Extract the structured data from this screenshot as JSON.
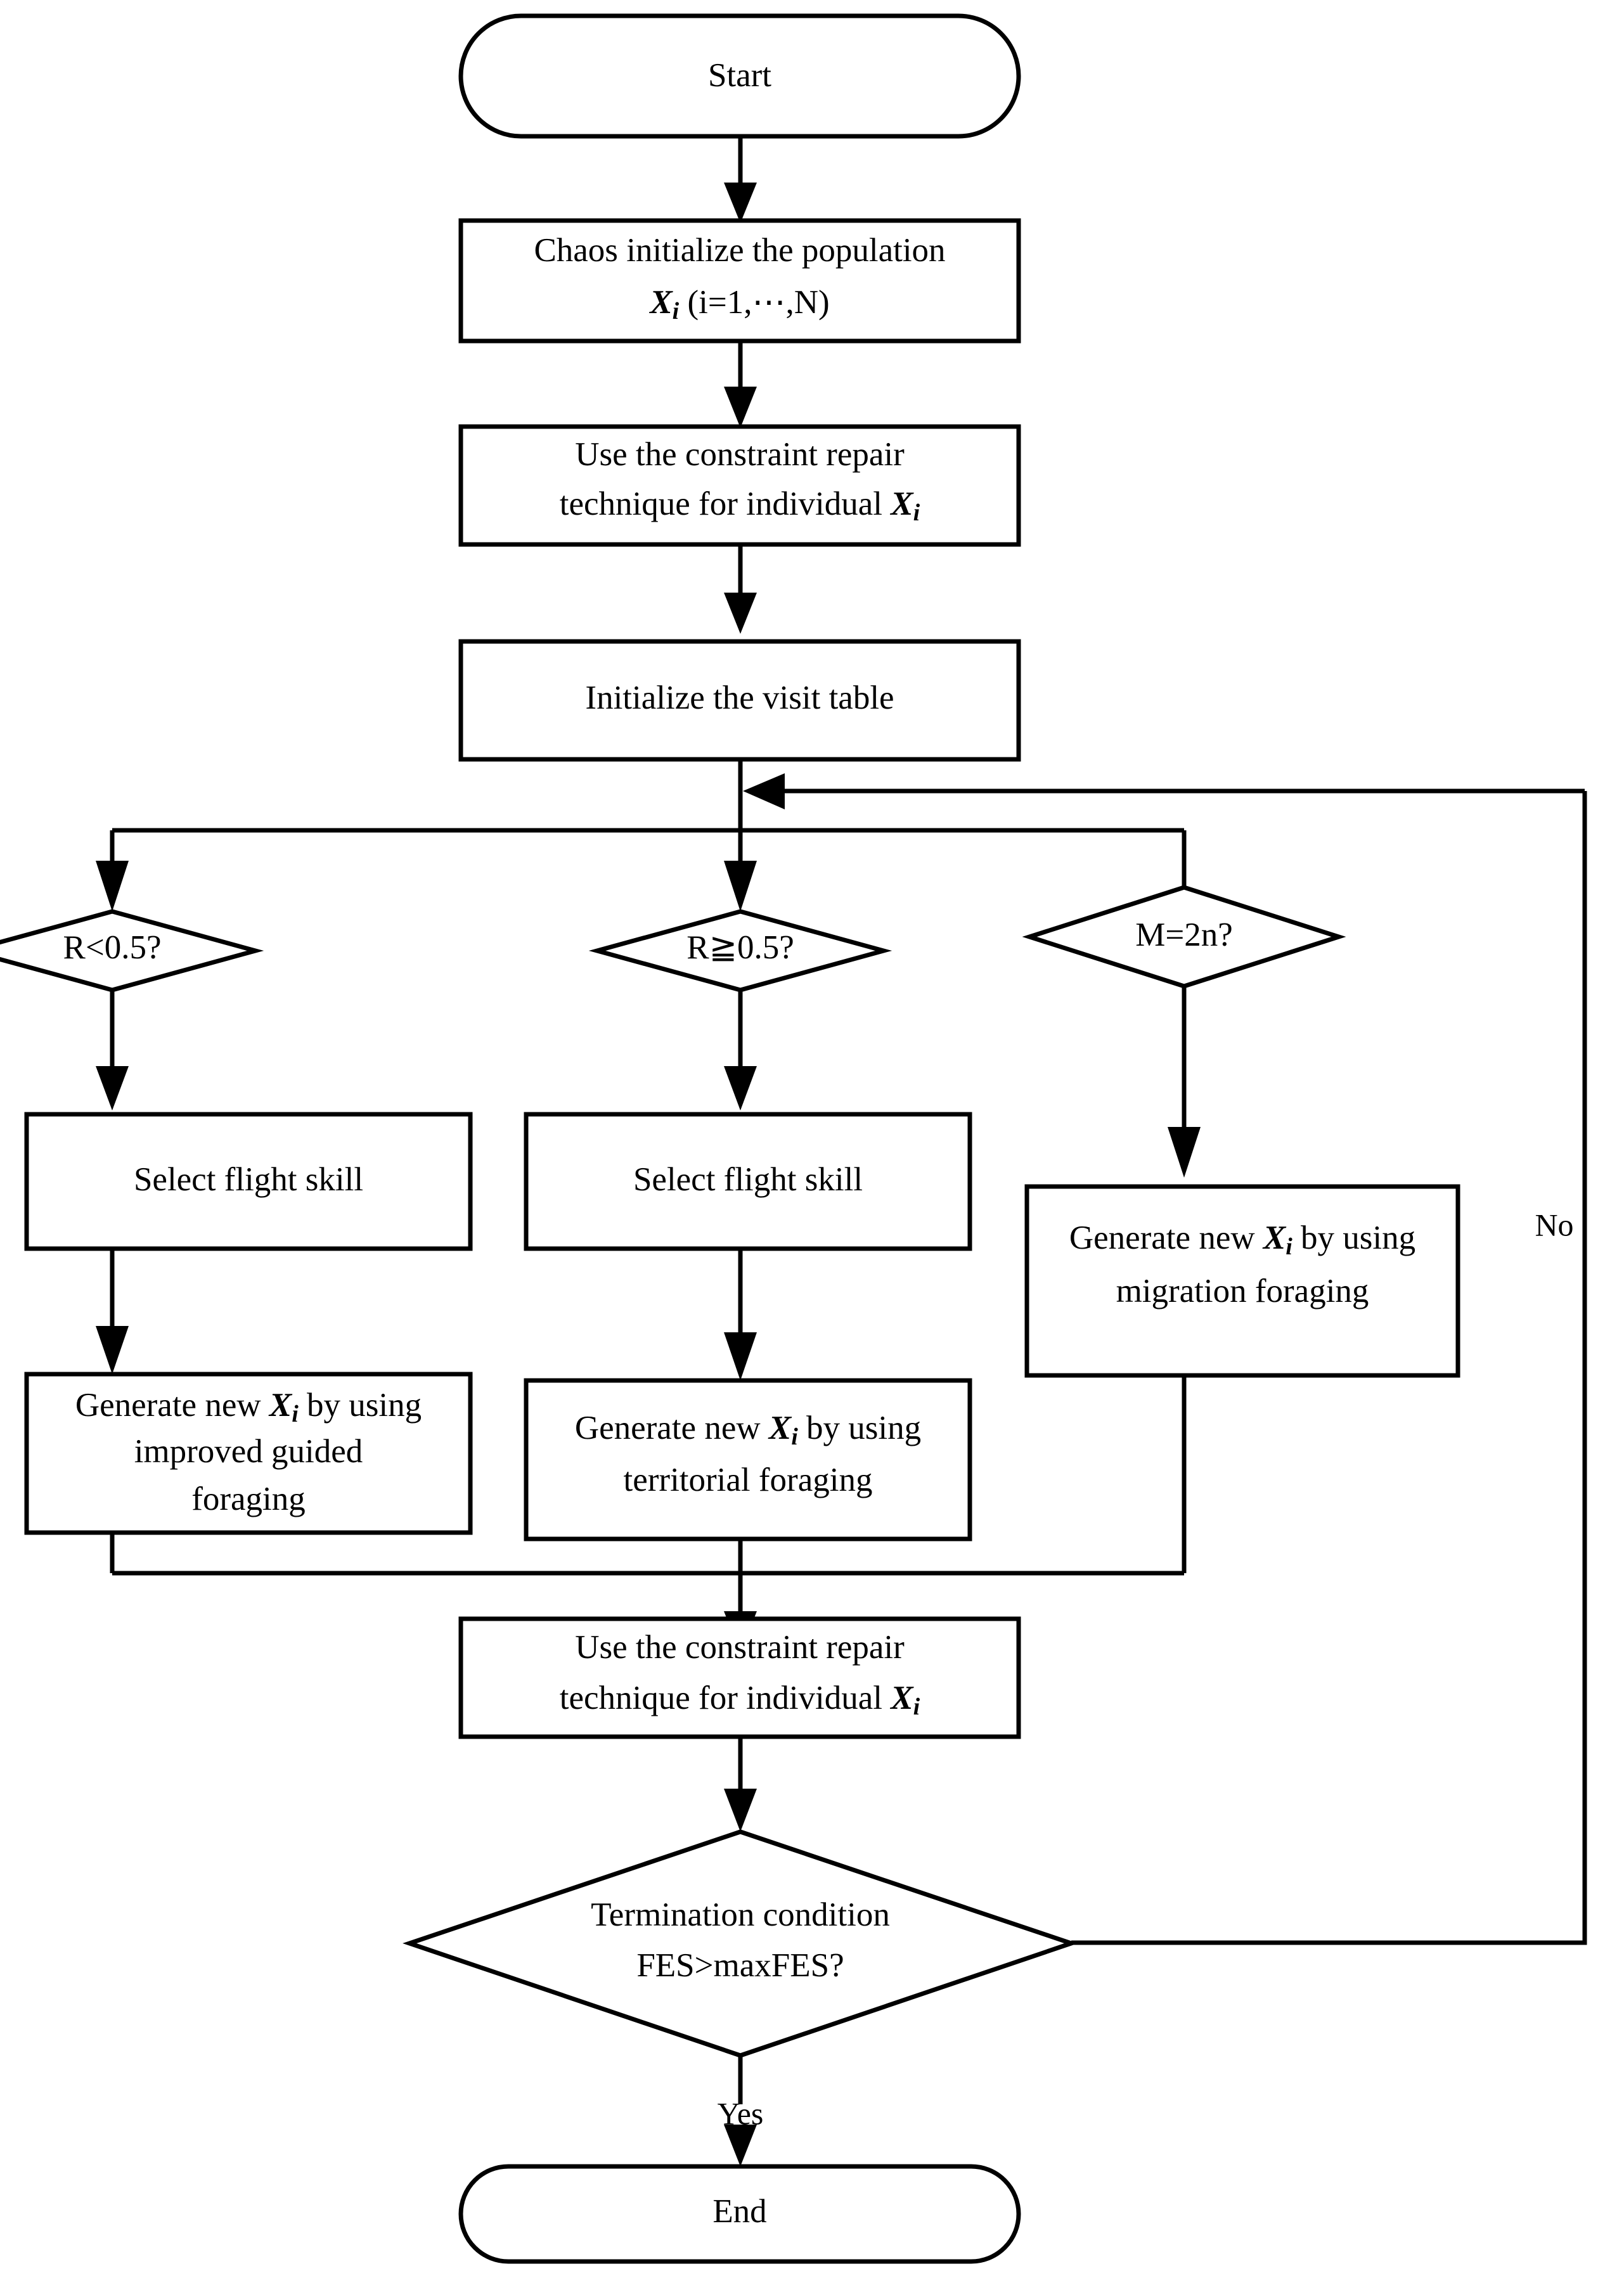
{
  "diagram": {
    "title": "Improved algorithm flowchart",
    "nodes": {
      "start": {
        "label": "Start",
        "type": "terminator"
      },
      "chaos_init": {
        "line1": "Chaos initialize the population",
        "line2_prefix": "",
        "symbol": "X",
        "subscript": "i",
        "line2_suffix": " (i=1,⋯,N)",
        "type": "process"
      },
      "repair_top": {
        "line1": "Use the constraint repair",
        "line2_prefix": "technique for individual ",
        "symbol": "X",
        "subscript": "i",
        "line2_suffix": "",
        "type": "process"
      },
      "init_visit_table": {
        "label": "Initialize the visit table",
        "type": "process"
      },
      "decision_r_lt": {
        "label": "R<0.5?",
        "type": "decision"
      },
      "decision_r_ge": {
        "label": "R≧0.5?",
        "type": "decision"
      },
      "decision_m_eq": {
        "label": "M=2n?",
        "type": "decision"
      },
      "select_flight_left": {
        "label": "Select flight skill",
        "type": "process"
      },
      "select_flight_mid": {
        "label": "Select flight skill",
        "type": "process"
      },
      "guided_foraging": {
        "line1_prefix": "Generate new ",
        "symbol": "X",
        "subscript": "i",
        "line1_suffix": " by using",
        "line2": "improved guided",
        "line3": "foraging",
        "type": "process"
      },
      "territorial_foraging": {
        "line1_prefix": "Generate new ",
        "symbol": "X",
        "subscript": "i",
        "line1_suffix": " by using",
        "line2": "territorial foraging",
        "type": "process"
      },
      "migration_foraging": {
        "line1_prefix": "Generate new ",
        "symbol": "X",
        "subscript": "i",
        "line1_suffix": " by using",
        "line2": "migration foraging",
        "type": "process"
      },
      "repair_bottom": {
        "line1": "Use the constraint repair",
        "line2_prefix": "technique for individual ",
        "symbol": "X",
        "subscript": "i",
        "line2_suffix": "",
        "type": "process"
      },
      "termination": {
        "line1": "Termination condition",
        "line2": "FES>maxFES?",
        "type": "decision"
      },
      "end": {
        "label": "End",
        "type": "terminator"
      }
    },
    "edge_labels": {
      "no": "No",
      "yes": "Yes"
    },
    "colors": {
      "stroke": "#000000",
      "fill": "#ffffff",
      "text": "#000000"
    }
  }
}
